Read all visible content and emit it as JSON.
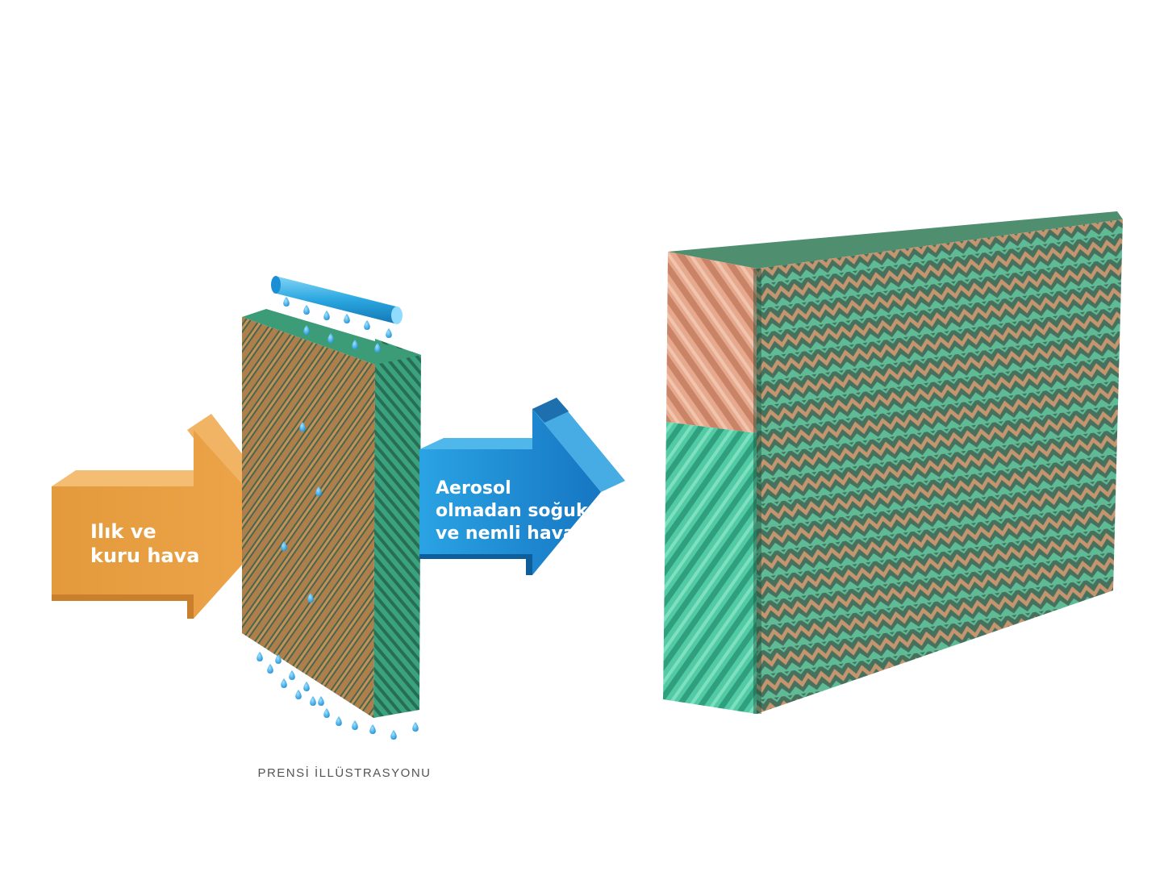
{
  "diagram": {
    "input_arrow": {
      "lines": [
        "Ilık ve",
        "kuru hava"
      ],
      "color": "#E39A3C"
    },
    "output_arrow": {
      "lines": [
        "Aerosol",
        "olmadan soğuk",
        "ve nemli hava"
      ],
      "color": "#1E8FD0"
    },
    "caption": "PRENSİ İLLÜSTRASYONU",
    "water_pipe_color": "#2AA6E0",
    "pad_colors": {
      "kraft": "#C9925A",
      "green": "#3FBF99"
    }
  }
}
